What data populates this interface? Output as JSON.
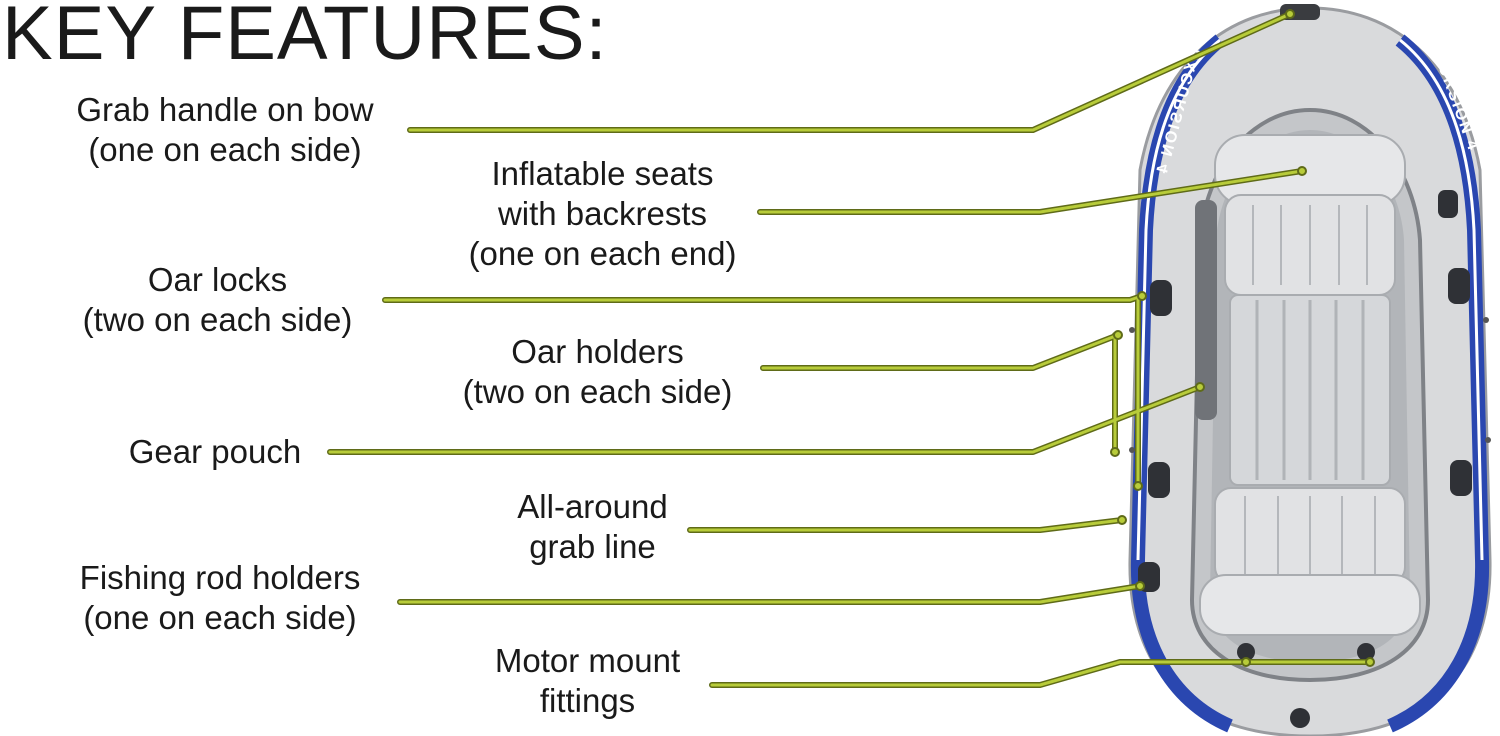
{
  "title": "KEY FEATURES:",
  "boat_name": "EXCURSION 4",
  "features": [
    {
      "id": "grab-handle",
      "lines": [
        "Grab handle on bow",
        "(one on each side)"
      ]
    },
    {
      "id": "inflatable-seats",
      "lines": [
        "Inflatable seats",
        "with backrests",
        "(one on each end)"
      ]
    },
    {
      "id": "oar-locks",
      "lines": [
        "Oar locks",
        "(two on each side)"
      ]
    },
    {
      "id": "oar-holders",
      "lines": [
        "Oar holders",
        "(two on each side)"
      ]
    },
    {
      "id": "gear-pouch",
      "lines": [
        "Gear pouch"
      ]
    },
    {
      "id": "grab-line",
      "lines": [
        "All-around",
        "grab line"
      ]
    },
    {
      "id": "fishing-rod-holders",
      "lines": [
        "Fishing rod holders",
        "(one on each side)"
      ]
    },
    {
      "id": "motor-mount",
      "lines": [
        "Motor mount",
        "fittings"
      ]
    }
  ],
  "colors": {
    "leader_line": "#b8cc3a",
    "leader_line_border": "#5f6b18",
    "boat_hull": "#d9dadc",
    "boat_tube_trim": "#2a47b0",
    "boat_floor": "#c4c6c9"
  }
}
